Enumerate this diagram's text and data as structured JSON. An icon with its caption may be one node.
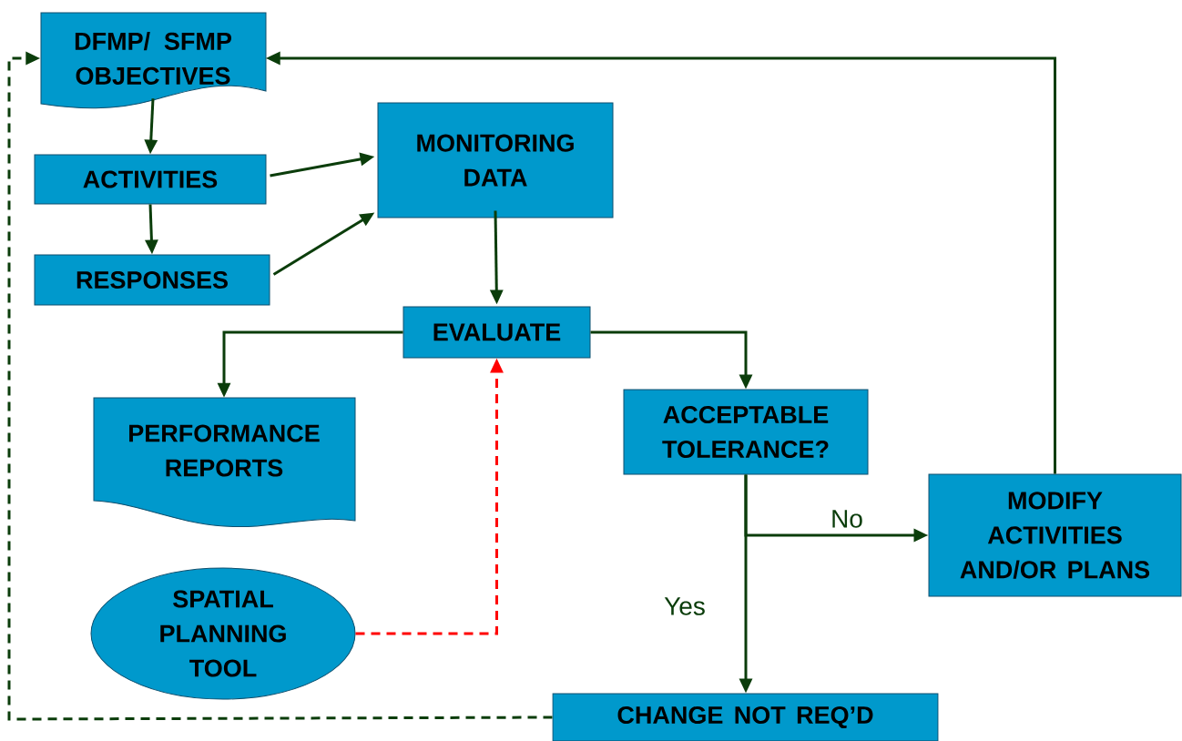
{
  "diagram": {
    "nodes": [
      {
        "text": [
          "DFMP/ SFMP OBJECTIVES"
        ]
      },
      {
        "text": [
          "ACTIVITIES"
        ]
      },
      {
        "text": [
          "RESPONSES"
        ]
      },
      {
        "text": [
          "MONITORING DATA"
        ]
      },
      {
        "text": [
          "EVALUATE"
        ]
      },
      {
        "text": [
          "PERFORMANCE REPORTS"
        ]
      },
      {
        "text": [
          "SPATIAL PLANNING TOOL"
        ]
      },
      {
        "text": [
          "ACCEPTABLE TOLERANCE?"
        ]
      },
      {
        "text": [
          "MODIFY ACTIVITIES AND/OR PLANS"
        ]
      },
      {
        "text": [
          "CHANGE NOT REQ’D"
        ]
      }
    ],
    "edges": [
      {
        "from": 0,
        "to": 1,
        "arrow": "to"
      },
      {
        "from": 1,
        "to": 3,
        "arrow": "to"
      },
      {
        "from": 1,
        "to": 2,
        "arrow": "to"
      },
      {
        "from": 2,
        "to": 3,
        "arrow": "to"
      },
      {
        "from": 3,
        "to": 4,
        "arrow": "to"
      },
      {
        "from": 4,
        "to": 5,
        "arrow": "to"
      },
      {
        "from": 6,
        "to": 4,
        "arrow": "to",
        "style": "dashed",
        "color": "#ff0000"
      },
      {
        "from": 4,
        "to": 7,
        "arrow": "to"
      },
      {
        "from": 7,
        "to": 8,
        "arrow": "to",
        "label": "No"
      },
      {
        "from": 7,
        "to": 9,
        "arrow": "to",
        "label": "Yes"
      },
      {
        "from": 8,
        "to": 0,
        "arrow": "to"
      },
      {
        "from": 9,
        "to": 0,
        "arrow": "to",
        "style": "dashed"
      }
    ]
  }
}
